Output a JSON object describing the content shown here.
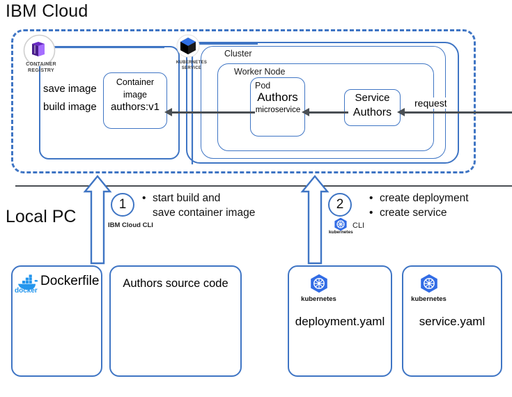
{
  "titles": {
    "cloud": "IBM Cloud",
    "local": "Local PC"
  },
  "cloud": {
    "registry_icon_caption_line1": "CONTAINER",
    "registry_icon_caption_line2": "REGISTRY",
    "kube_service_caption_line1": "KUBERNETES",
    "kube_service_caption_line2": "SERVICE",
    "registry_actions": {
      "save": "save image",
      "build": "build image"
    },
    "container_image": {
      "line1": "Container",
      "line2": "image",
      "tag": "authors:v1"
    },
    "cluster_label": "Cluster",
    "worker_node_label": "Worker Node",
    "pod": {
      "label": "Pod",
      "title": "Authors",
      "subtitle": "microservice"
    },
    "service": {
      "line1": "Service",
      "line2": "Authors"
    },
    "request_label": "request"
  },
  "steps": [
    {
      "number": "1",
      "cli_label": "IBM Cloud CLI",
      "bullets": [
        "start build and",
        "save container image"
      ]
    },
    {
      "number": "2",
      "cli_label": "CLI",
      "cli_sub": "kubernetes",
      "bullets": [
        "create deployment",
        "create service"
      ]
    }
  ],
  "artifacts": [
    {
      "icon": "docker-icon",
      "brand": "docker",
      "title": "Dockerfile"
    },
    {
      "icon": "none",
      "brand": "",
      "title": "Authors source code"
    },
    {
      "icon": "kubernetes-icon",
      "brand": "kubernetes",
      "title": "deployment.yaml"
    },
    {
      "icon": "kubernetes-icon",
      "brand": "kubernetes",
      "title": "service.yaml"
    }
  ],
  "colors": {
    "blue": "#3f75c4",
    "dark_gray": "#4a4f54",
    "docker_blue": "#2496ed",
    "kube_blue": "#326ce5"
  }
}
